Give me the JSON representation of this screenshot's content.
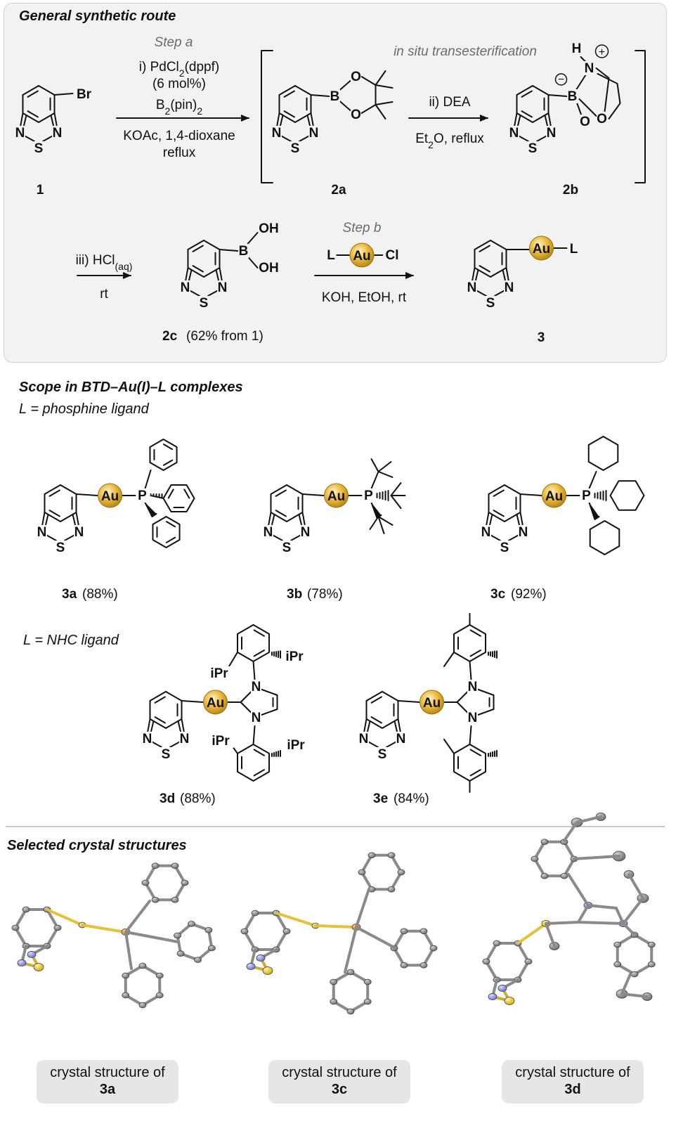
{
  "sections": {
    "route_title": "General synthetic route",
    "scope_title": "Scope in BTD–Au(I)–L complexes",
    "phosphine_label": "L = phosphine ligand",
    "nhc_label": "L = NHC ligand",
    "crystal_title": "Selected crystal structures"
  },
  "atoms": {
    "br": "Br",
    "n": "N",
    "s": "S",
    "b": "B",
    "o": "O",
    "h": "H",
    "oh": "OH",
    "au": "Au",
    "p": "P",
    "l": "L",
    "cl": "Cl",
    "ipr": "iPr",
    "plus": "+",
    "minus": "−"
  },
  "route": {
    "step_a": "Step a",
    "step_a_lines": [
      "i) PdCl2(dppf)",
      "(6 mol%)",
      "B2(pin)2",
      "KOAc, 1,4-dioxane",
      "reflux"
    ],
    "in_situ": "in situ transesterification",
    "step_ii": [
      "ii) DEA",
      "Et2O, reflux"
    ],
    "step_iii": [
      "iii) HCl(aq)",
      "rt"
    ],
    "step_b": "Step b",
    "step_b_cond": "KOH, EtOH, rt",
    "labels": {
      "c1": "1",
      "c2a": "2a",
      "c2b": "2b",
      "c2c": "2c",
      "c2c_yield": "(62% from 1)",
      "c3": "3"
    }
  },
  "compounds": [
    {
      "id": "3a",
      "yield": "(88%)"
    },
    {
      "id": "3b",
      "yield": "(78%)"
    },
    {
      "id": "3c",
      "yield": "(92%)"
    },
    {
      "id": "3d",
      "yield": "(88%)"
    },
    {
      "id": "3e",
      "yield": "(84%)"
    }
  ],
  "crystal_captions": [
    {
      "text": "crystal structure of",
      "id": "3a"
    },
    {
      "text": "crystal structure of",
      "id": "3c"
    },
    {
      "text": "crystal structure of",
      "id": "3d"
    }
  ],
  "colors": {
    "gold": "#d9a520",
    "gray_atom": "#7b7b7b",
    "nitrogen": "#8a8fe0",
    "sulfur": "#e2c12a",
    "phosphorus": "#e07a1f"
  }
}
